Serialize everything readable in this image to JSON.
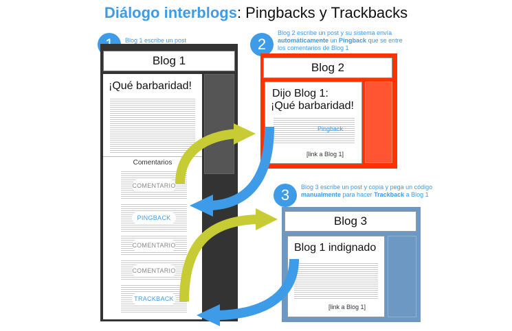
{
  "title": {
    "highlight": "Diálogo interblogs",
    "rest": ": Pingbacks y Trackbacks"
  },
  "steps": [
    {
      "number": "1",
      "note_parts": [
        "Blog 1 escribe un post"
      ]
    },
    {
      "number": "2",
      "note_parts": [
        "Blog 2 escribe un post y su sistema envía ",
        "automáticamente",
        " un ",
        "Pingback",
        " que se entre los comentarios de Blog 1"
      ]
    },
    {
      "number": "3",
      "note_parts": [
        "Blog 3 escribe un post y copia y pega un código ",
        "manualmente",
        " para hacer ",
        "Trackback",
        " a Blog 1"
      ]
    }
  ],
  "blog1": {
    "name": "Blog 1",
    "post_title": "¡Qué barbaridad!",
    "comments_label": "Comentarios",
    "comments": [
      "COMENTARIO",
      "PINGBACK",
      "COMENTARIO",
      "COMENTARIO",
      "TRACKBACK"
    ]
  },
  "blog2": {
    "name": "Blog 2",
    "post_line1": "Dijo Blog 1:",
    "post_line2": "¡Qué barbaridad!",
    "pingback_label": "Pingback",
    "link_text": "[link a Blog 1]"
  },
  "blog3": {
    "name": "Blog 3",
    "post_title": "Blog 1 indignado",
    "link_text": "[link a Blog 1]"
  },
  "colors": {
    "accent_blue": "#3e9be7",
    "arrow_green": "#c7cc34",
    "blog2_red": "#ff3300",
    "blog3_blue": "#6d98c4",
    "blog1_dark": "#333333"
  }
}
